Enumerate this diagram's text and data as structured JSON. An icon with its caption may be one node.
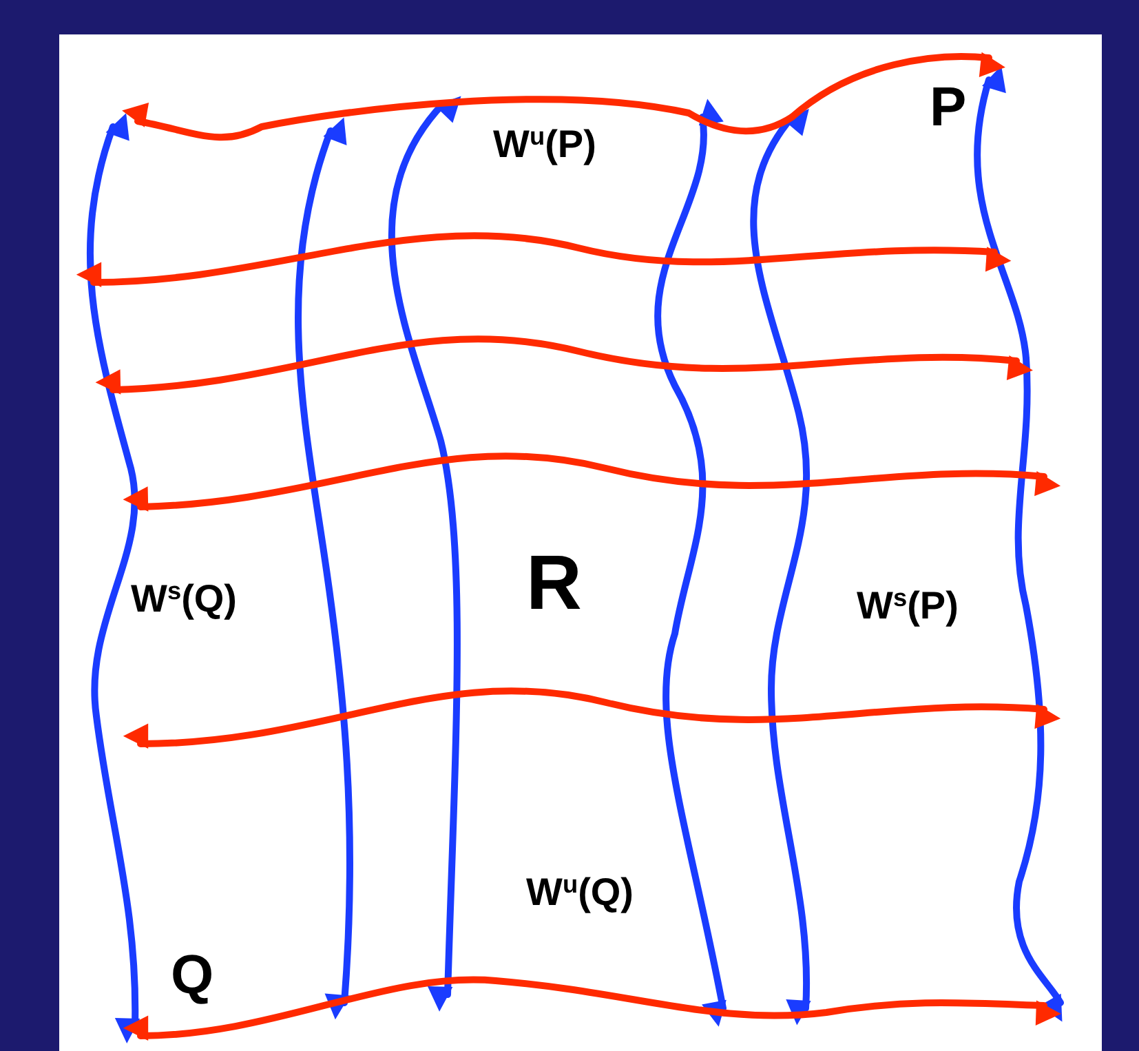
{
  "diagram": {
    "labels": [
      "P",
      "W$^{u}$(P)",
      "W$^{s}$(Q)",
      "R",
      "W$^{s}$(P)",
      "W$^{u}$(Q)",
      "Q"
    ]
  }
}
